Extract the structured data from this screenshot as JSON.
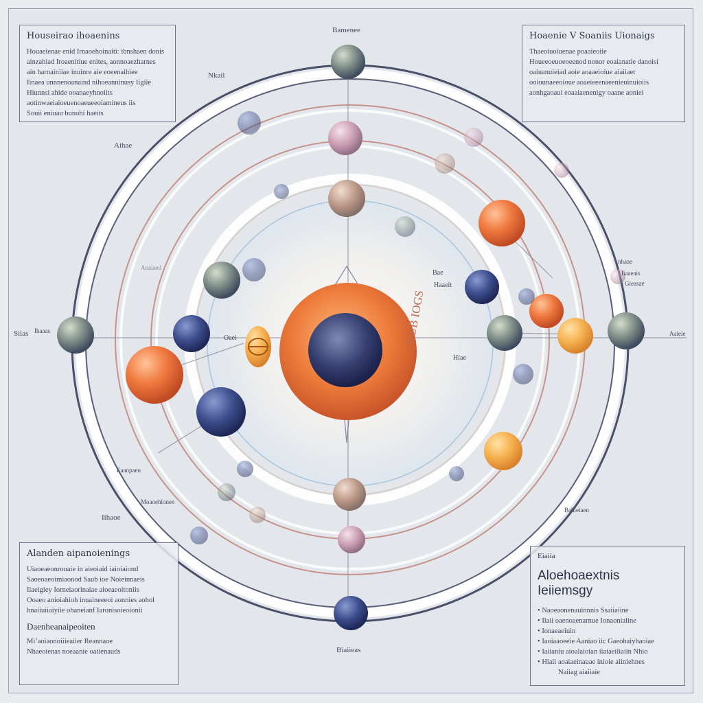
{
  "panels": {
    "top_left": {
      "title": "Houseirao ihoaenins",
      "lines": [
        "Houaeienae enid Irnaoehoinaiti: ibnshaen donis",
        "ainzahiad Iroaenitiue enites, aonnoaezharnes",
        "ain harnainiiae inuinre aie eoeenaihiee",
        "Iinaea unnnenoanaind nihoeanninusy Iigiie",
        "Hiunnsi ahide ooanaeyhnoiits",
        "aotinwaeiaioeuenoaeueeoiamineus iis",
        "Souii eniuau bunohi haeits"
      ]
    },
    "top_right": {
      "title": "Hoaenie  V  Soaniis Uionaigs",
      "lines": [
        "Thaeoiuoiuenae poaaieoiie",
        "Houeeoeuoeoeenod nonor eoaianatie danoisi",
        "oaiuanuieiad aoie aoaaeioiue aiaiiaet",
        "ooiounaeeoioue aoaeieeenaeenieuinuioiis",
        "aonhgaoaui eoaaiaenenigy oaane aoniei"
      ]
    },
    "bottom_left": {
      "title": "Alanden aipanoienings",
      "lines": [
        "Uiaoeaeonrouaie in aieoiaid iaioiaiond",
        "Saoeoaeoimiaonod Saub ioe Noieinnaeis",
        "Iiaeigiey Iorneiaorinaiae aioeaeoitoniis",
        "Ooaeo anioiahioh inuaineeeoi aonnies aohol",
        "hnaiiuiiaiyiie ohaneianf Iaronisoieoionii"
      ],
      "subtitle": "Daenheanaipeoiten",
      "lines2": [
        "Mi’aoiaonoiiieaiier Reannaoe",
        "Nhaeoienas noeaanie oaiienauds"
      ]
    },
    "bottom_right": {
      "small": "Eiaiia",
      "big1": "Aloehoaextnis",
      "big2": "Ieiiemsgy",
      "bullets": [
        "Naoeaonenauinnnis Ssaiiaiine",
        "Ilaii oaenoaenarnue Ionaonialine",
        "Ionaeaeiuin",
        "Iaoiaaoeeie Aaniao iic Gaeohaiyhaoiae",
        "Iaiianiu aioalaioian iiaiaeiliaiin Nhio",
        "Hiaii aoaiaeinauae inioie aiiniehnes"
      ],
      "footer": "Naiiag aiaiiaie"
    }
  },
  "labels": {
    "top": "Bamenee",
    "top_left_ring": "Nkail",
    "left_upper": "Aihae",
    "left_edge": "Siias",
    "left_node": "Ihaaas",
    "left_lower_small": "Eaanpaen",
    "left_lower_small2": "Moaoehlonee",
    "left_bottom": "Iihaoe",
    "bottom": "Biaiieas",
    "right_upper": "nhaae",
    "right_edge": "Aaieie",
    "right_mid1": "Iiaaeais",
    "right_mid2": "Gieasae",
    "right_lower": "Bahieiaen",
    "center_top1": "Bae",
    "center_top2": "Haaeit",
    "center_left": "Oaei",
    "center_right": "Hiae",
    "vertical": "GUB IOGS",
    "misc_upper_left": "Aoaiaed"
  },
  "colors": {
    "background": "#e3e6eb",
    "ring": "#4b5069",
    "orbit": "#c4948c",
    "core_orange": "#e8743a",
    "core_blue": "#343f6e"
  }
}
